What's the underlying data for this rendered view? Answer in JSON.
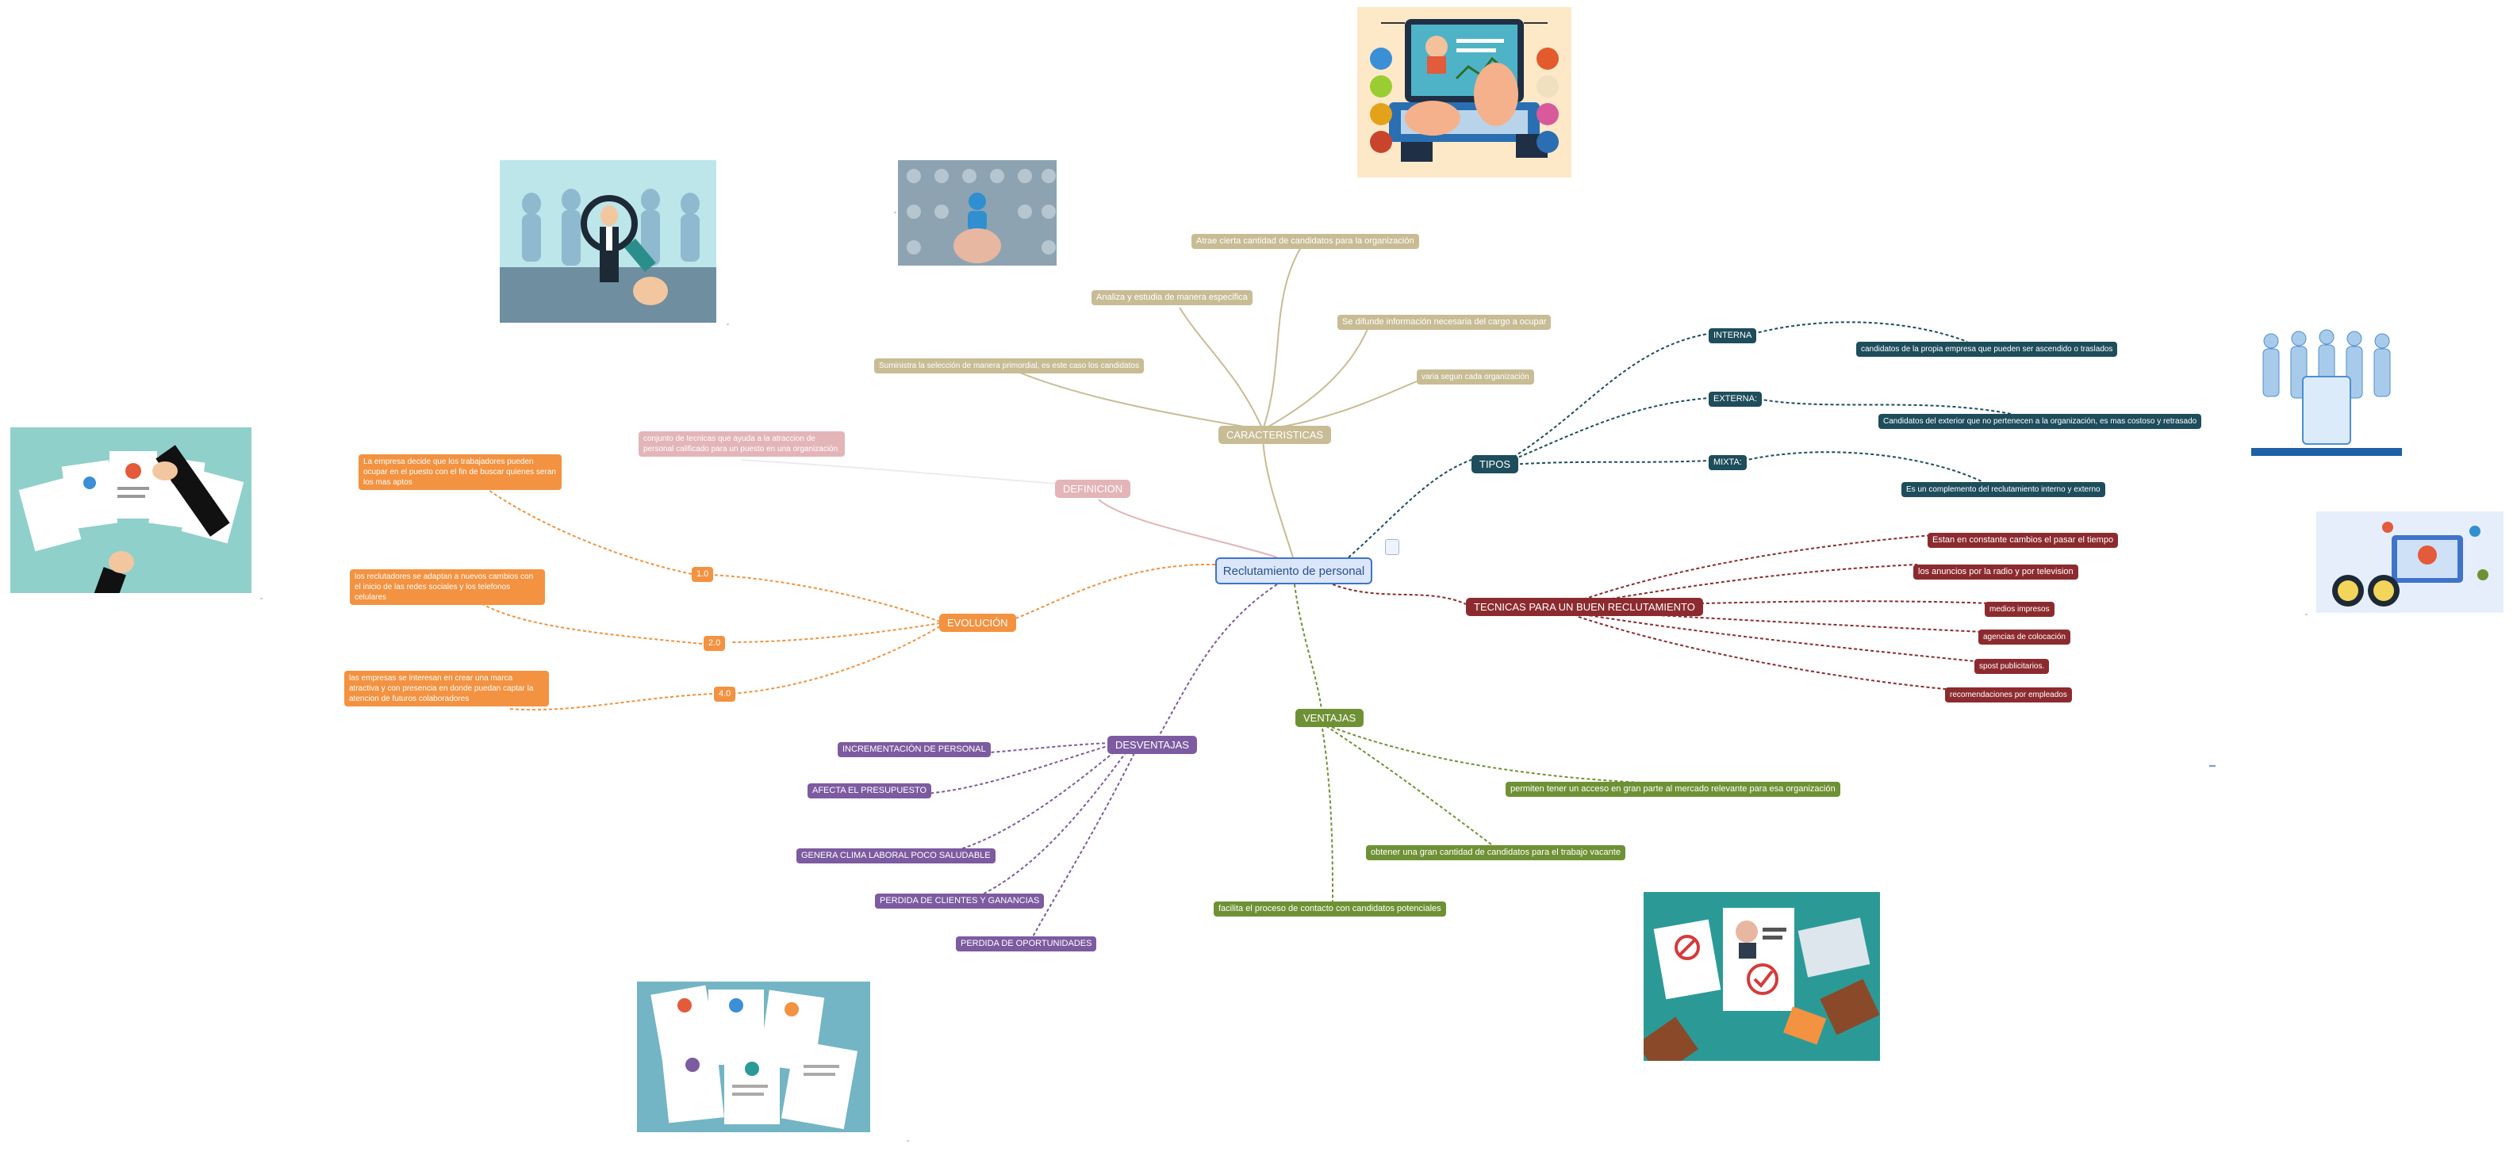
{
  "root": {
    "label": "Reclutamiento de personal"
  },
  "colors": {
    "caracteristicas": "#c8bc95",
    "definicion": "#e3b5b8",
    "evolucion": "#f39240",
    "desventajas": "#7d5ba0",
    "ventajas": "#6f9135",
    "tecnicas": "#8c2b2f",
    "tipos": "#1e4d5c",
    "root_fill": "#dbe6fb",
    "root_border": "#3f74c9"
  },
  "caracteristicas": {
    "label": "CARACTERISTICAS",
    "items": [
      "Atrae cierta cantidad de candidatos para la organización",
      "Analiza y estudia de manera especifica",
      "Se difunde información necesaria del cargo a ocupar",
      "Suministra la selección de manera primordial, es este caso los candidatos",
      "varia segun cada organización"
    ]
  },
  "definicion": {
    "label": "DEFINICION",
    "text": "conjunto de tecnicas que ayuda a la atraccion de personal calificado para un puesto en una organización"
  },
  "evolucion": {
    "label": "EVOLUCIÓN",
    "stages": [
      {
        "label": "1.0",
        "text": "La empresa decide que los trabajadores pueden ocupar en el puesto con el fin de buscar quienes seran los mas aptos"
      },
      {
        "label": "2.0",
        "text": "los reclutadores se adaptan a nuevos cambios con el inicio de las redes sociales y los telefonos celulares"
      },
      {
        "label": "4.0",
        "text": "las empresas se interesan en crear una marca atractiva y con presencia en donde puedan captar la atencion de futuros colaboradores"
      }
    ]
  },
  "desventajas": {
    "label": "DESVENTAJAS",
    "items": [
      "INCREMENTACIÓN DE PERSONAL",
      "AFECTA EL PRESUPUESTO",
      "GENERA CLIMA LABORAL POCO SALUDABLE",
      "PERDIDA DE CLIENTES Y GANANCIAS",
      "PERDIDA DE OPORTUNIDADES"
    ]
  },
  "ventajas": {
    "label": "VENTAJAS",
    "items": [
      "permiten tener un acceso en gran parte al mercado relevante para esa organización",
      "obtener una gran cantidad de candidatos para el trabajo vacante",
      "facilita el proceso de contacto con candidatos potenciales"
    ]
  },
  "tecnicas": {
    "label": "TECNICAS PARA UN BUEN RECLUTAMIENTO",
    "items": [
      "Estan en constante cambios el pasar el tiempo",
      "los anuncios por la radio y por television",
      "medios impresos",
      "agencias de colocación",
      "spost publicitarios.",
      "recomendaciones por empleados"
    ]
  },
  "tipos": {
    "label": "TIPOS",
    "items": [
      {
        "label": "INTERNA",
        "text": "candidatos de la propia empresa que pueden ser ascendido o traslados"
      },
      {
        "label": "EXTERNA:",
        "text": "Candidatos del exterior que no pertenecen a la organización, es mas costoso y retrasado"
      },
      {
        "label": "MIXTA:",
        "text": "Es un complemento del reclutamiento interno y externo"
      }
    ]
  },
  "images": [
    {
      "name": "online-recruitment-laptop"
    },
    {
      "name": "magnifier-candidate"
    },
    {
      "name": "hand-picking-person"
    },
    {
      "name": "team-with-tablet"
    },
    {
      "name": "cv-hands"
    },
    {
      "name": "binoculars-search"
    },
    {
      "name": "cv-approval-desk"
    },
    {
      "name": "resume-stack"
    }
  ]
}
